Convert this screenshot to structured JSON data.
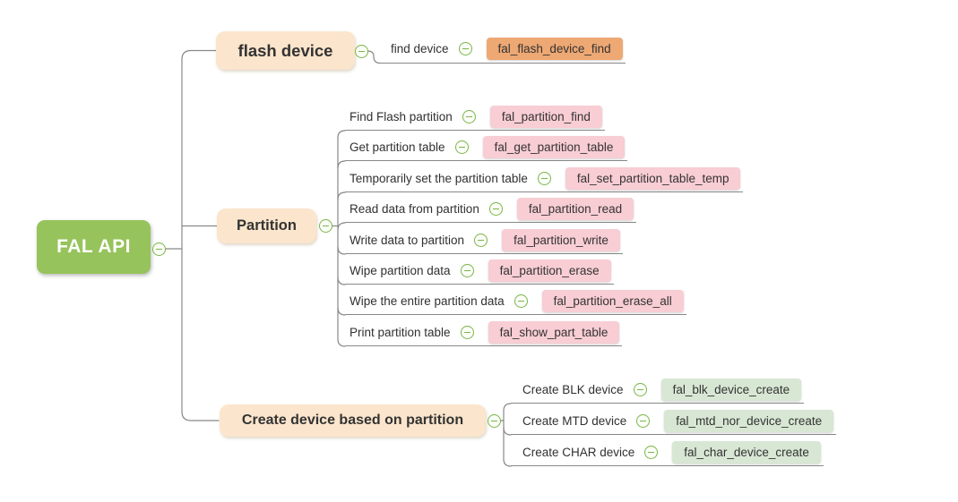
{
  "root": {
    "label": "FAL API"
  },
  "branches": [
    {
      "label": "flash device",
      "children": [
        {
          "label": "find device",
          "api": "fal_flash_device_find"
        }
      ]
    },
    {
      "label": "Partition",
      "children": [
        {
          "label": "Find Flash partition",
          "api": "fal_partition_find"
        },
        {
          "label": "Get partition table",
          "api": "fal_get_partition_table"
        },
        {
          "label": "Temporarily set the partition table",
          "api": "fal_set_partition_table_temp"
        },
        {
          "label": "Read data from partition",
          "api": "fal_partition_read"
        },
        {
          "label": "Write data to partition",
          "api": "fal_partition_write"
        },
        {
          "label": "Wipe partition data",
          "api": "fal_partition_erase"
        },
        {
          "label": "Wipe the entire partition data",
          "api": "fal_partition_erase_all"
        },
        {
          "label": "Print partition table",
          "api": "fal_show_part_table"
        }
      ]
    },
    {
      "label": "Create device based on partition",
      "children": [
        {
          "label": "Create BLK device",
          "api": "fal_blk_device_create"
        },
        {
          "label": "Create MTD device",
          "api": "fal_mtd_nor_device_create"
        },
        {
          "label": "Create CHAR device",
          "api": "fal_char_device_create"
        }
      ]
    }
  ],
  "colors": {
    "root_bg": "#96C35B",
    "root_text": "#FFFFFF",
    "branch_bg": "#FBE5CC",
    "leaf_flash": "#EDA873",
    "leaf_partition": "#F8CDD4",
    "leaf_create": "#D8E7D4",
    "connector": "#888888",
    "collapse_icon_green": "#7AB648",
    "text": "#333333"
  }
}
